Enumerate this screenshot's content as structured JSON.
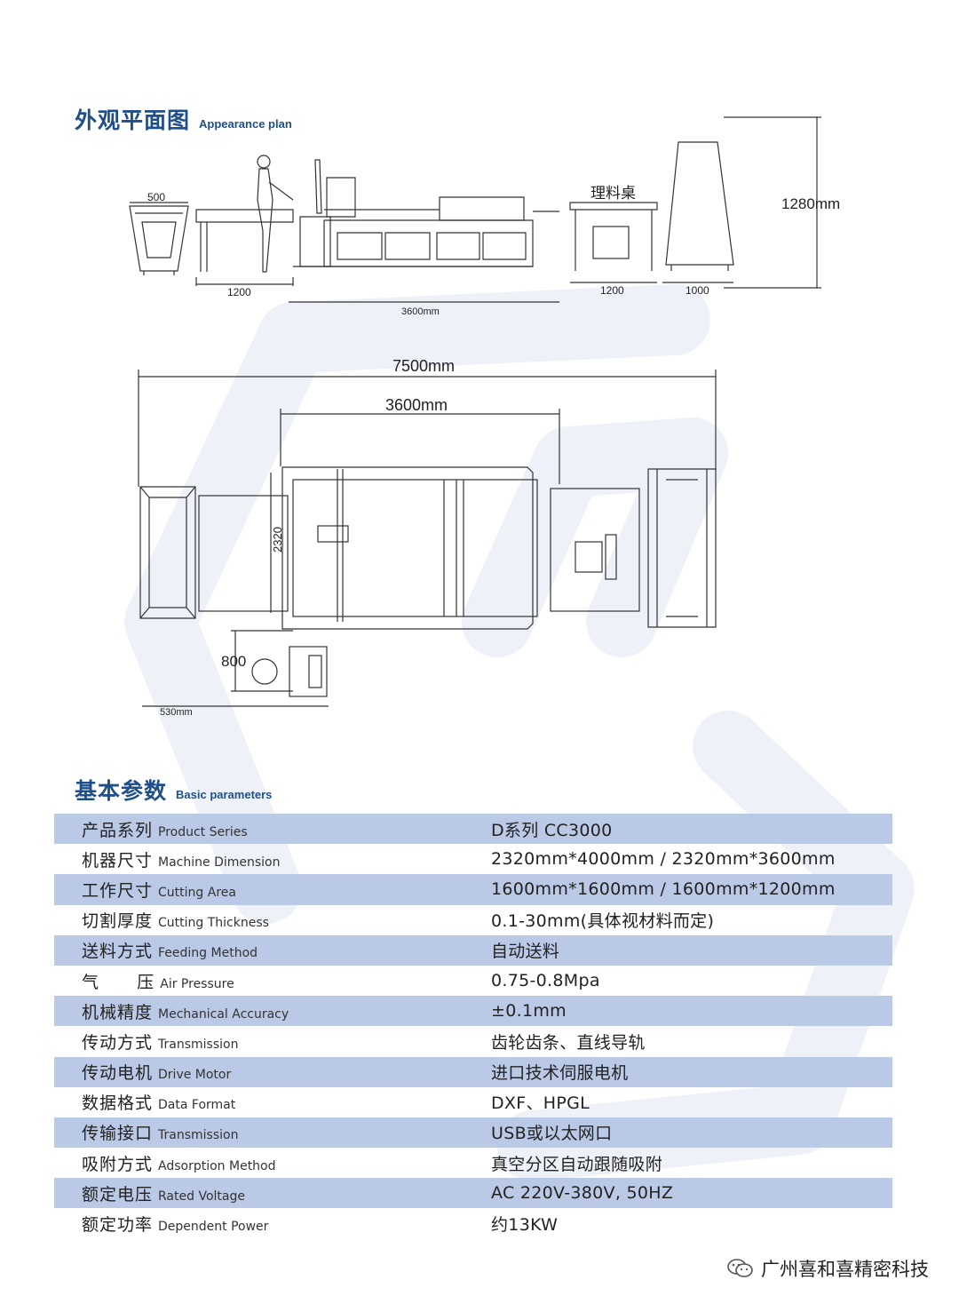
{
  "appearance": {
    "title_zh": "外观平面图",
    "title_en": "Appearance plan"
  },
  "side_view_labels": {
    "bin_width": "500",
    "table_name": "理料桌",
    "height": "1280mm",
    "feed_length": "1200",
    "machine_length": "3600mm",
    "table_length": "1200",
    "rack_length": "1000"
  },
  "top_view_labels": {
    "total_length": "7500mm",
    "machine_length": "3600mm",
    "machine_width": "2320",
    "console_depth": "800",
    "console_width": "530mm"
  },
  "parameters": {
    "title_zh": "基本参数",
    "title_en": "Basic parameters",
    "rows": [
      {
        "zh": "产品系列",
        "en": "Product Series",
        "value": "D系列   CC3000"
      },
      {
        "zh": "机器尺寸",
        "en": "Machine  Dimension",
        "value": "2320mm*4000mm / 2320mm*3600mm"
      },
      {
        "zh": "工作尺寸",
        "en": "Cutting Area",
        "value": "1600mm*1600mm / 1600mm*1200mm"
      },
      {
        "zh": "切割厚度",
        "en": "Cutting Thickness",
        "value": "0.1-30mm(具体视材料而定)"
      },
      {
        "zh": "送料方式",
        "en": "Feeding Method",
        "value": "自动送料"
      },
      {
        "zh": "气      压",
        "en": "Air Pressure",
        "value": "0.75-0.8Mpa"
      },
      {
        "zh": "机械精度",
        "en": "Mechanical Accuracy",
        "value": "±0.1mm"
      },
      {
        "zh": "传动方式",
        "en": "Transmission",
        "value": "齿轮齿条、直线导轨"
      },
      {
        "zh": "传动电机",
        "en": "Drive Motor",
        "value": "进口技术伺服电机"
      },
      {
        "zh": "数据格式",
        "en": "Data Format",
        "value": "DXF、HPGL"
      },
      {
        "zh": "传输接口",
        "en": "Transmission",
        "value": "USB或以太网口"
      },
      {
        "zh": "吸附方式",
        "en": "Adsorption Method",
        "value": "真空分区自动跟随吸附"
      },
      {
        "zh": "额定电压",
        "en": "Rated Voltage",
        "value": "AC 220V-380V, 50HZ"
      },
      {
        "zh": "额定功率",
        "en": "Dependent Power",
        "value": "约13KW"
      }
    ]
  },
  "brand": {
    "name": "广州喜和喜精密科技",
    "icon": "wechat-icon"
  },
  "colors": {
    "accent": "#1f4e8c",
    "row_shade": "#b9c9e6",
    "watermark": "#eef2f8"
  }
}
